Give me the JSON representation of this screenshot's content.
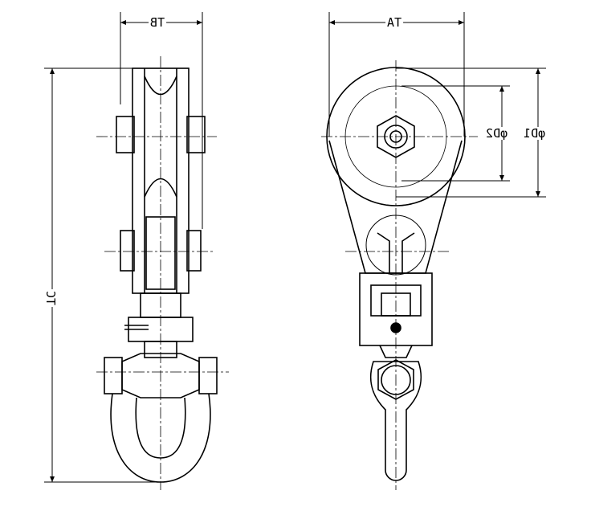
{
  "dimensions": {
    "tb": "TB",
    "ta": "TA",
    "tc": "TC",
    "d1": "φD1",
    "d2": "φD2"
  },
  "colors": {
    "line": "#000000",
    "background": "#ffffff"
  }
}
